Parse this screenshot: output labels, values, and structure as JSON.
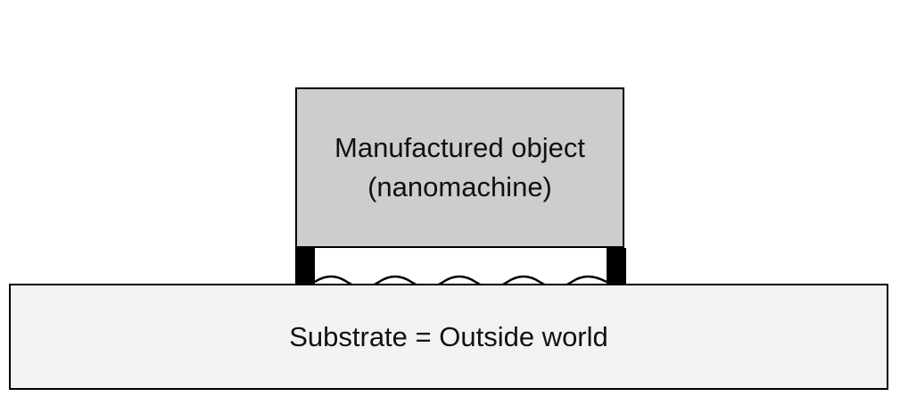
{
  "manufactured_object": {
    "line1": "Manufactured object",
    "line2": "(nanomachine)",
    "fill_color": "#cdcdcd"
  },
  "substrate": {
    "label": "Substrate = Outside world",
    "fill_color": "#f2f2f2"
  },
  "interface": {
    "support_color": "#000000",
    "bond_line": "wavy"
  }
}
